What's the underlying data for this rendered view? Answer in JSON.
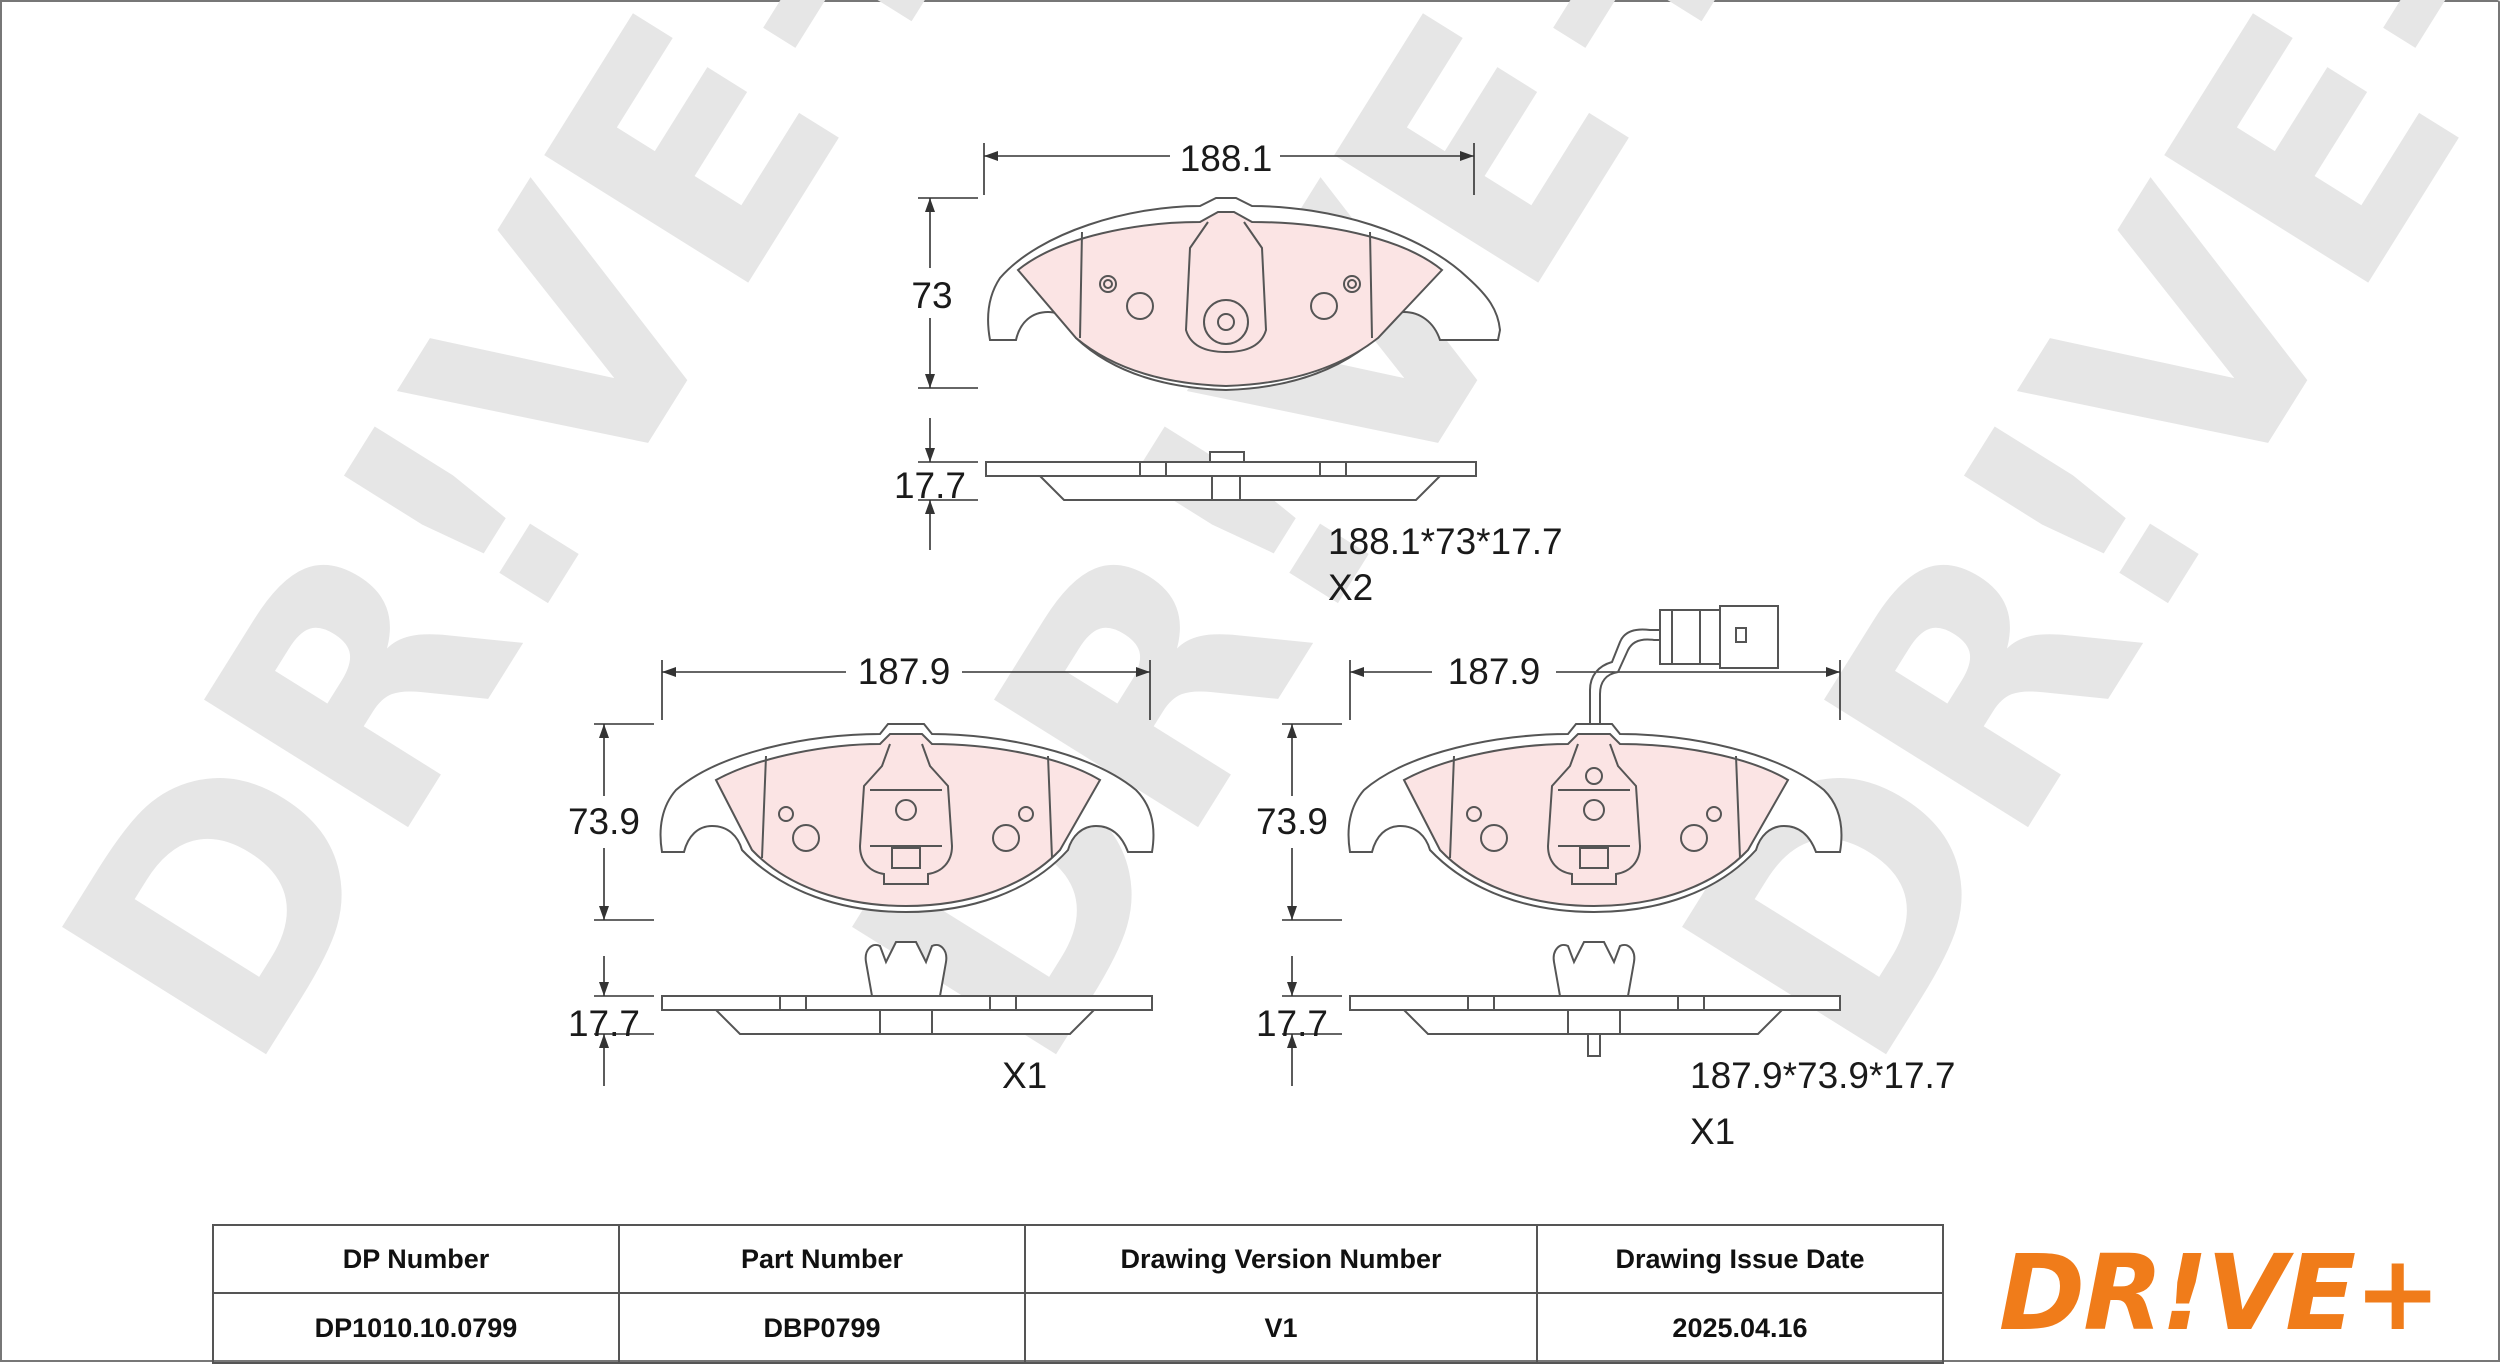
{
  "watermark": {
    "text": "DR!VE+"
  },
  "pads": {
    "top": {
      "width_label": "188.1",
      "height_label": "73",
      "thickness_label": "17.7",
      "spec_label": "188.1*73*17.7",
      "quantity_label": "X2"
    },
    "bottom_left": {
      "width_label": "187.9",
      "height_label": "73.9",
      "thickness_label": "17.7",
      "quantity_label": "X1"
    },
    "bottom_right": {
      "width_label": "187.9",
      "height_label": "73.9",
      "thickness_label": "17.7",
      "spec_label": "187.9*73.9*17.7",
      "quantity_label": "X1"
    }
  },
  "info_table": {
    "headers": [
      "DP Number",
      "Part Number",
      "Drawing Version Number",
      "Drawing Issue Date"
    ],
    "values": [
      "DP1010.10.0799",
      "DBP0799",
      "V1",
      "2025.04.16"
    ]
  },
  "brand": {
    "logo_text": "DR!VE+",
    "logo_color": "#f07c1a",
    "pad_fill_color": "#fbe4e4"
  }
}
